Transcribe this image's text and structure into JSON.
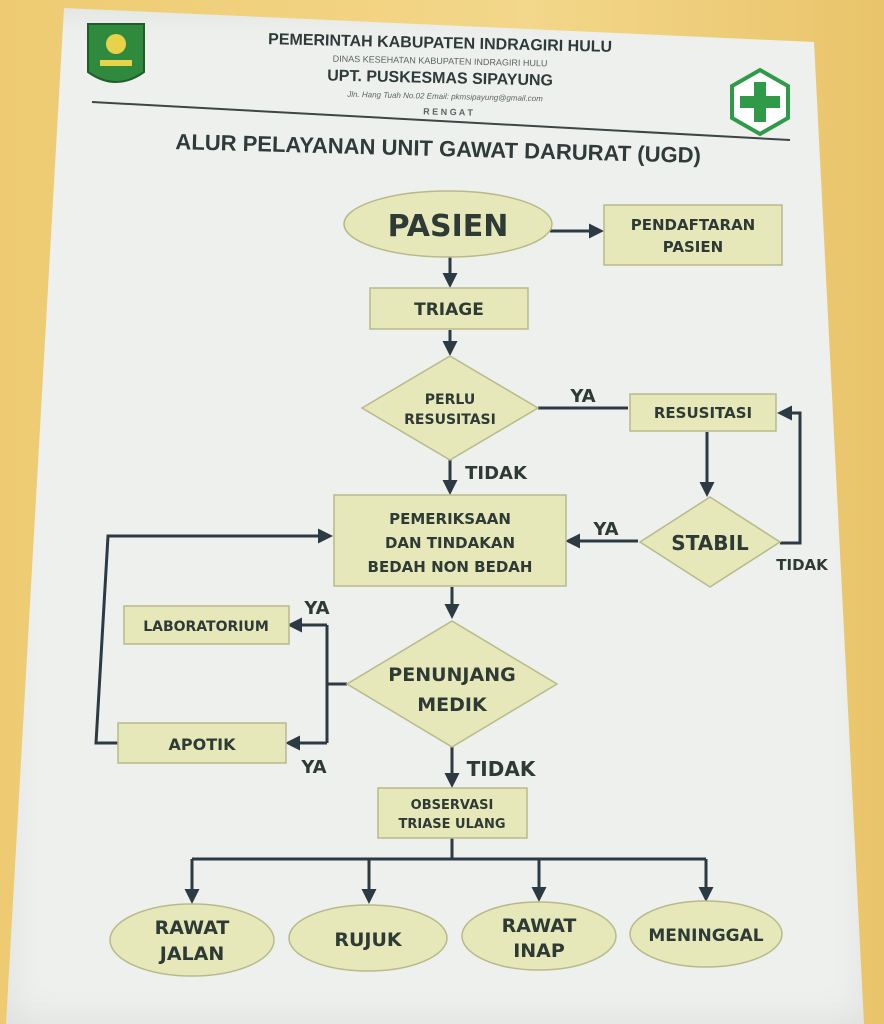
{
  "header": {
    "line1": "PEMERINTAH KABUPATEN INDRAGIRI HULU",
    "line2": "DINAS KESEHATAN KABUPATEN INDRAGIRI HULU",
    "line3": "UPT.  PUSKESMAS SIPAYUNG",
    "line4": "Jln. Hang Tuah No.02 Email: pkmsipayung@gmail.com",
    "line5": "R E N G A T"
  },
  "title": "ALUR PELAYANAN UNIT GAWAT DARURAT (UGD)",
  "colors": {
    "node_fill": "#e6e8b9",
    "arrow": "#2c3a44",
    "text": "#2e3a36",
    "logo_green": "#2f9a48"
  },
  "nodes": {
    "pasien": "PASIEN",
    "pendaftaran_1": "PENDAFTARAN",
    "pendaftaran_2": "PASIEN",
    "triage": "TRIAGE",
    "perlu_1": "PERLU",
    "perlu_2": "RESUSITASI",
    "resusitasi": "RESUSITASI",
    "stabil": "STABIL",
    "pemeriksaan_1": "PEMERIKSAAN",
    "pemeriksaan_2": "DAN TINDAKAN",
    "pemeriksaan_3": "BEDAH NON BEDAH",
    "laboratorium": "LABORATORIUM",
    "apotik": "APOTIK",
    "penunjang_1": "PENUNJANG",
    "penunjang_2": "MEDIK",
    "observasi_1": "OBSERVASI",
    "observasi_2": "TRIASE ULANG",
    "rawat_jalan_1": "RAWAT",
    "rawat_jalan_2": "JALAN",
    "rujuk": "RUJUK",
    "rawat_inap_1": "RAWAT",
    "rawat_inap_2": "INAP",
    "meninggal": "MENINGGAL"
  },
  "edge_labels": {
    "ya_resusitasi": "YA",
    "tidak_perlu": "TIDAK",
    "ya_stabil": "YA",
    "tidak_stabil": "TIDAK",
    "ya_lab": "YA",
    "ya_apotik": "YA",
    "tidak_penunjang": "TIDAK"
  }
}
